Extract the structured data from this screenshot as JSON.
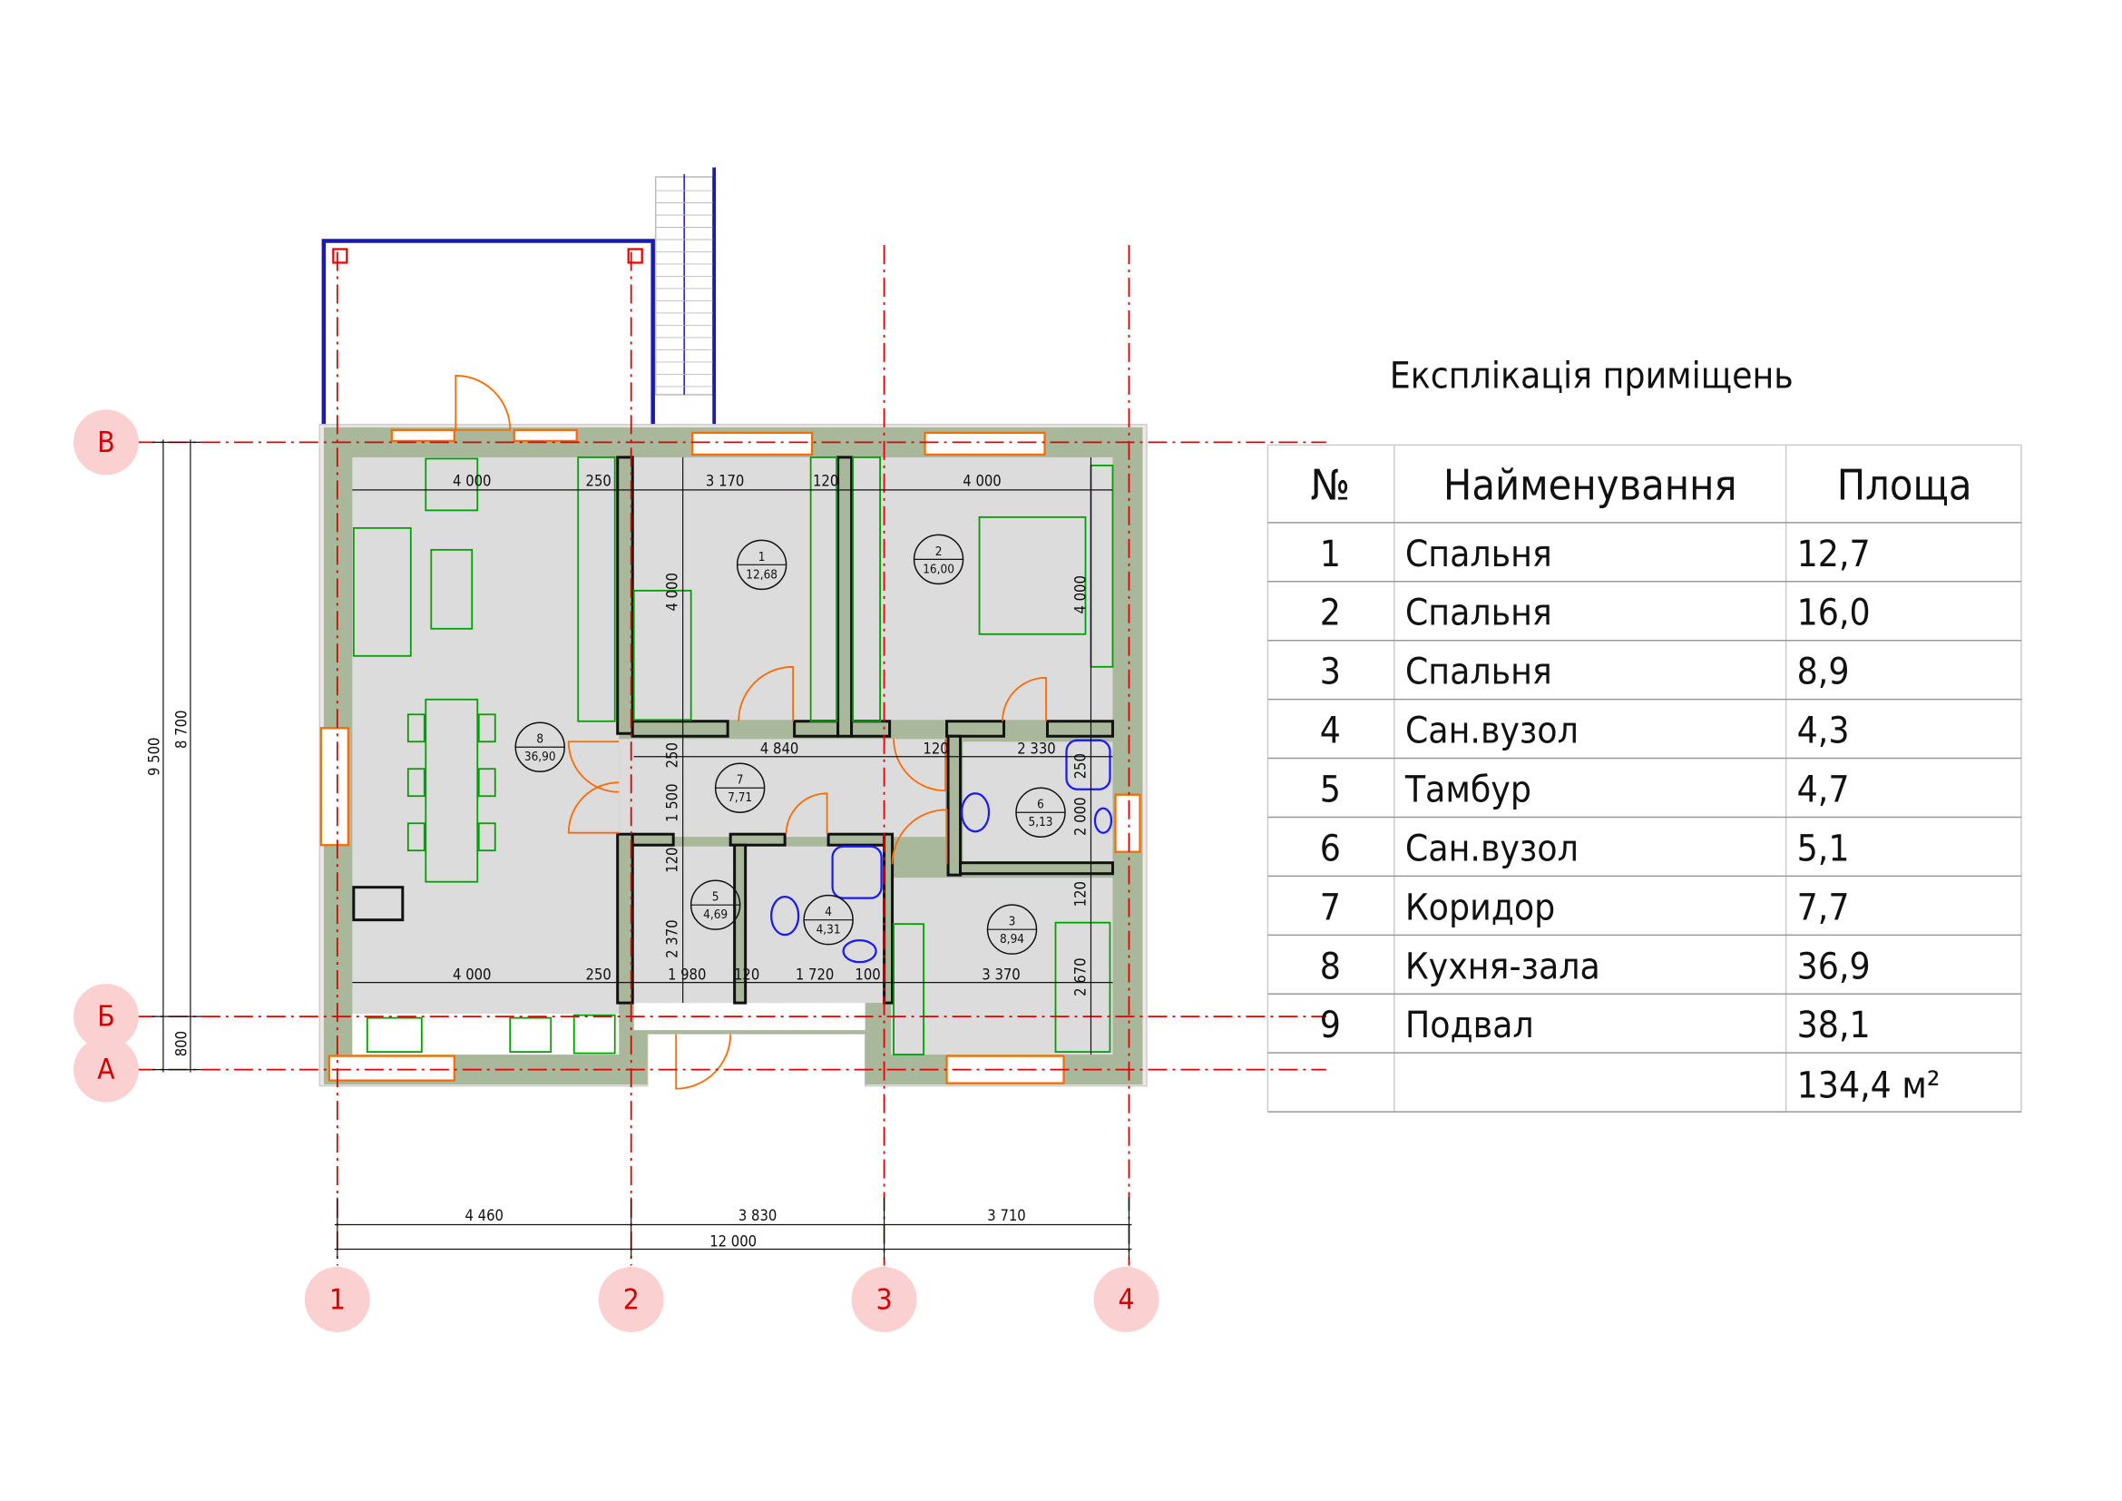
{
  "title": "Експлікація приміщень",
  "table": {
    "headers": [
      "№",
      "Найменування",
      "Площа"
    ],
    "rows": [
      {
        "no": "1",
        "name": "Спальня",
        "area": "12,7"
      },
      {
        "no": "2",
        "name": "Спальня",
        "area": "16,0"
      },
      {
        "no": "3",
        "name": "Спальня",
        "area": "8,9"
      },
      {
        "no": "4",
        "name": "Сан.вузол",
        "area": "4,3"
      },
      {
        "no": "5",
        "name": "Тамбур",
        "area": "4,7"
      },
      {
        "no": "6",
        "name": "Сан.вузол",
        "area": "5,1"
      },
      {
        "no": "7",
        "name": "Коридор",
        "area": "7,7"
      },
      {
        "no": "8",
        "name": "Кухня-зала",
        "area": "36,9"
      },
      {
        "no": "9",
        "name": "Подвал",
        "area": "38,1"
      }
    ],
    "total": "134,4 м²"
  },
  "axes": {
    "columns": [
      "1",
      "2",
      "3",
      "4"
    ],
    "rows": [
      "В",
      "Б",
      "А"
    ]
  },
  "rooms": [
    {
      "no": "1",
      "area": "12,68"
    },
    {
      "no": "2",
      "area": "16,00"
    },
    {
      "no": "3",
      "area": "8,94"
    },
    {
      "no": "4",
      "area": "4,31"
    },
    {
      "no": "5",
      "area": "4,69"
    },
    {
      "no": "6",
      "area": "5,13"
    },
    {
      "no": "7",
      "area": "7,71"
    },
    {
      "no": "8",
      "area": "36,90"
    }
  ],
  "dimensions": {
    "bottom": [
      "4 460",
      "3 830",
      "3 710"
    ],
    "overall": "12 000",
    "left": {
      "total": "9 500",
      "main": "8 700",
      "porch": "800"
    },
    "top_row": [
      "4 000",
      "250",
      "3 170",
      "120",
      "4 000"
    ],
    "mid_row": [
      "4 840",
      "120",
      "2 330"
    ],
    "low_row": [
      "4 000",
      "250",
      "1 980",
      "120",
      "1 720",
      "100",
      "3 370"
    ],
    "vertical": [
      "4 000",
      "4 000",
      "250",
      "1 500",
      "120",
      "2 370",
      "2 000",
      "120",
      "2 670",
      "250"
    ]
  },
  "colors": {
    "wall": "#a9b79a",
    "floor": "#dcdcdc",
    "axis": "#e00000",
    "axis_bubble": "#fbd0d0",
    "furniture": "#00a000",
    "plumbing": "#1a1aff",
    "openings": "#ff6a00"
  }
}
